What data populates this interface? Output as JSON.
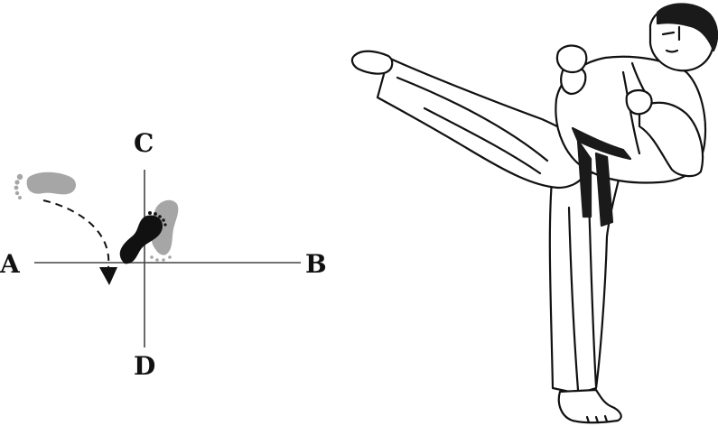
{
  "diagram": {
    "axis_labels": {
      "a": "A",
      "b": "B",
      "c": "C",
      "d": "D"
    },
    "colors": {
      "axis_line": "#444444",
      "foot_light": "#a6a6a6",
      "foot_dark": "#111111",
      "ink": "#111111",
      "belt": "#1a1a1a",
      "background": "#ffffff"
    },
    "icons": {
      "footprint_start": "footprint-left-gray",
      "footprint_end_gray": "footprint-right-gray",
      "footprint_end_black": "footprint-left-black",
      "movement_arrow": "dashed-curved-arrow",
      "figure": "karate-side-kick-figure"
    }
  }
}
